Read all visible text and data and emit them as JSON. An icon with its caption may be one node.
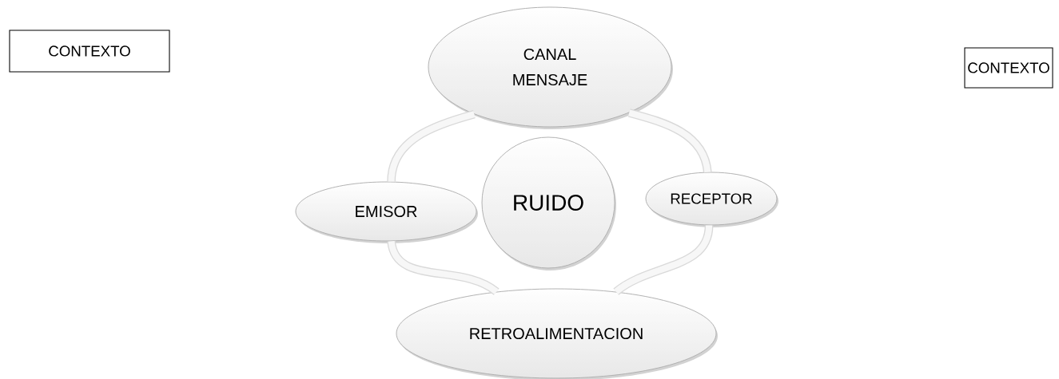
{
  "diagram": {
    "nodes": [
      {
        "text": [
          "CONTEXTO"
        ]
      },
      {
        "text": [
          "CANAL",
          "MENSAJE"
        ]
      },
      {
        "text": [
          "CONTEXTO"
        ]
      },
      {
        "text": [
          "EMISOR"
        ]
      },
      {
        "text": [
          "RUIDO"
        ]
      },
      {
        "text": [
          "RECEPTOR"
        ]
      },
      {
        "text": [
          "RETROALIMENTACION"
        ]
      }
    ],
    "edges": [
      {
        "from": 1,
        "to": 5,
        "arrow": "none"
      },
      {
        "from": 5,
        "to": 6,
        "arrow": "none"
      },
      {
        "from": 6,
        "to": 3,
        "arrow": "none"
      },
      {
        "from": 3,
        "to": 1,
        "arrow": "none"
      }
    ]
  }
}
